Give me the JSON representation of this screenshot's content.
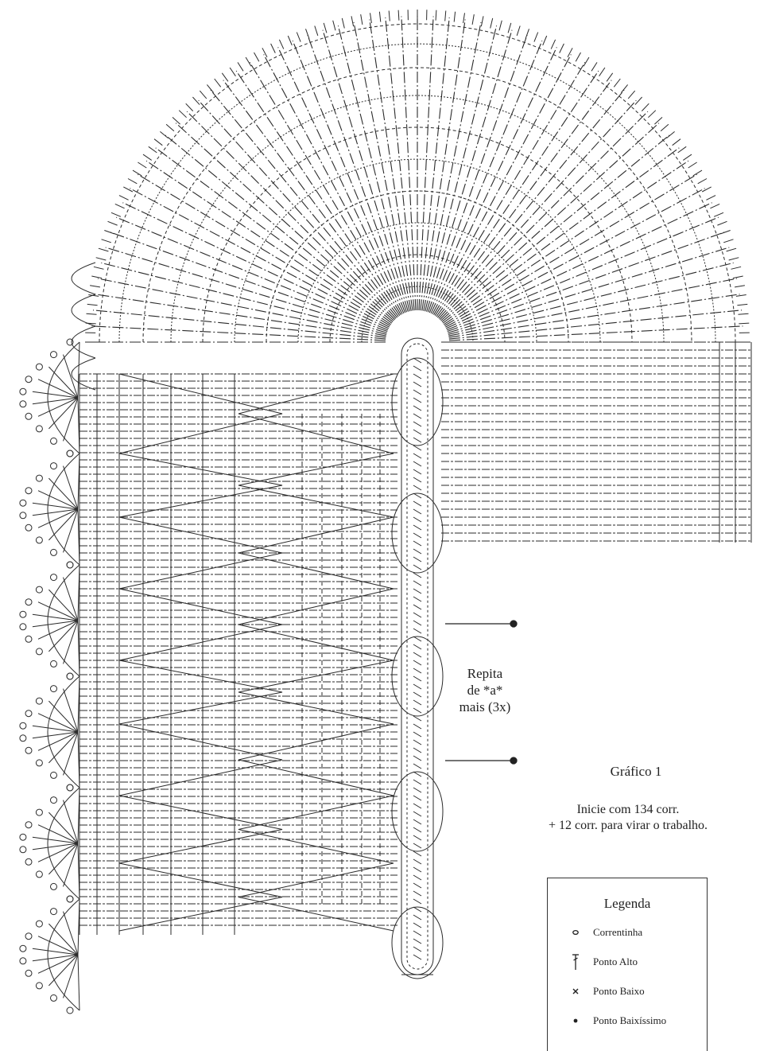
{
  "repeat_note": {
    "line1": "Repita",
    "line2": "de *a*",
    "line3": "mais (3x)"
  },
  "chart_title": "Gráfico 1",
  "start_note": {
    "line1": "Inicie com 134 corr.",
    "line2": "+ 12 corr. para virar o trabalho."
  },
  "legend": {
    "title": "Legenda",
    "items": [
      {
        "icon": "chain-stitch-icon",
        "label": "Correntinha"
      },
      {
        "icon": "double-crochet-icon",
        "label": "Ponto Alto"
      },
      {
        "icon": "single-crochet-icon",
        "label": "Ponto Baixo"
      },
      {
        "icon": "slip-stitch-icon",
        "label": "Ponto Baixíssimo"
      }
    ]
  },
  "colors": {
    "ink": "#2a2a2a",
    "background": "#ffffff"
  }
}
